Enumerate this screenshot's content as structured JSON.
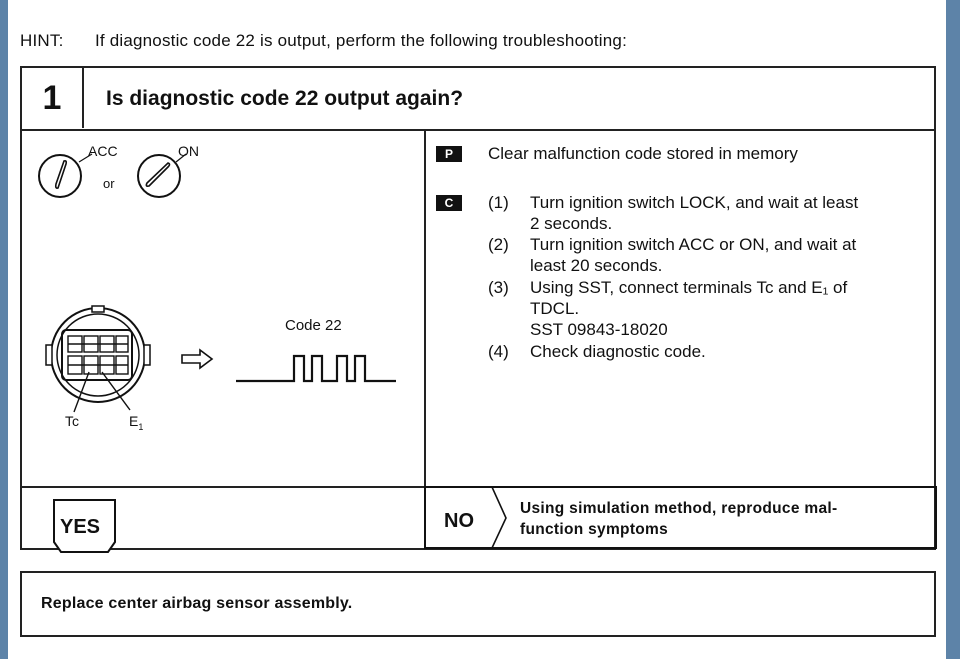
{
  "hint": {
    "label": "HINT:",
    "text": "If diagnostic code 22 is output, perform the following troubleshooting:"
  },
  "step": {
    "number": "1",
    "question": "Is diagnostic code 22 output again?"
  },
  "illustration": {
    "acc_label": "ACC",
    "on_label": "ON",
    "or_label": "or",
    "code_label": "Code 22",
    "tc_label": "Tc",
    "e1_label": "E",
    "e1_sub": "1"
  },
  "instructions": {
    "p_tag": "P",
    "p_text": "Clear malfunction code stored in memory",
    "c_tag": "C",
    "steps": [
      {
        "num": "(1)",
        "lines": [
          "Turn ignition switch LOCK, and wait at least",
          "2 seconds."
        ]
      },
      {
        "num": "(2)",
        "lines": [
          "Turn ignition switch ACC or ON, and wait at",
          "least 20 seconds."
        ]
      },
      {
        "num": "(3)",
        "lines": [
          "Using SST, connect terminals Tc and E₁ of",
          "TDCL.",
          "SST 09843-18020"
        ]
      },
      {
        "num": "(4)",
        "lines": [
          "Check diagnostic code."
        ]
      }
    ]
  },
  "outcomes": {
    "yes_label": "YES",
    "no_label": "NO",
    "no_text_line1": "Using simulation method, reproduce mal-",
    "no_text_line2": "function symptoms"
  },
  "final_action": "Replace center airbag sensor assembly."
}
